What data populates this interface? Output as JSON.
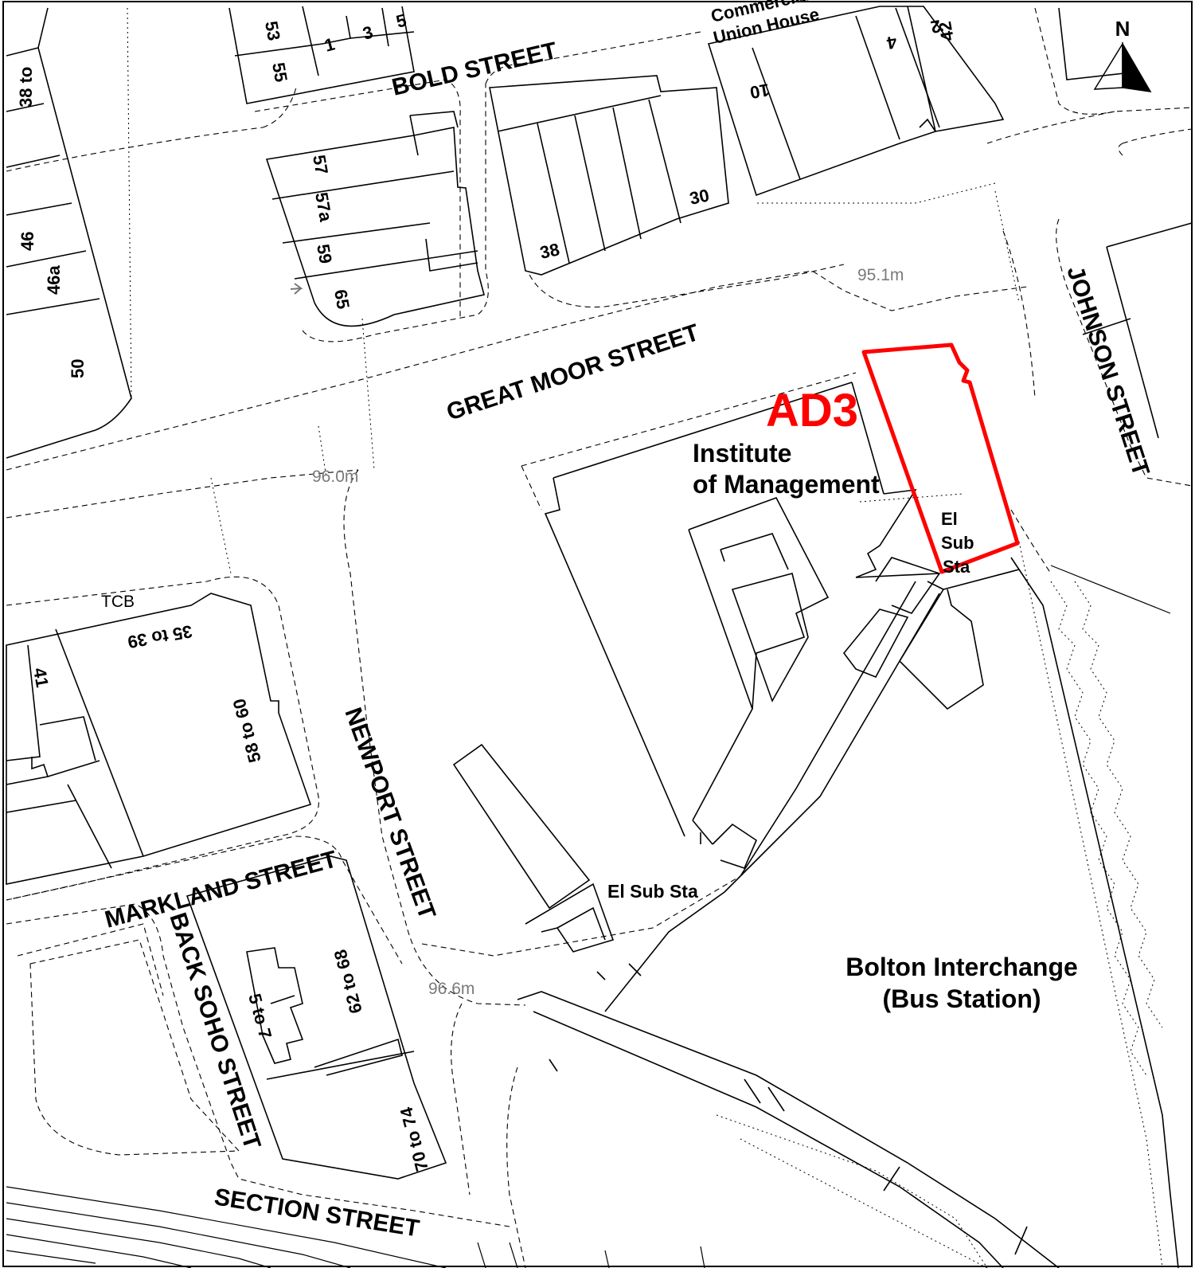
{
  "map": {
    "site_ref": "AD3",
    "site_color": "#ff0000",
    "north_label": "N",
    "streets": {
      "bold_street": "BOLD STREET",
      "great_moor_street": "GREAT MOOR STREET",
      "johnson_street": "JOHNSON STREET",
      "newport_street": "NEWPORT STREET",
      "markland_street": "MARKLAND STREET",
      "back_soho_street": "BACK SOHO STREET",
      "section_street": "SECTION STREET"
    },
    "buildings": {
      "institute_line1": "Institute",
      "institute_line2": "of Management",
      "bus_station_line1": "Bolton Interchange",
      "bus_station_line2": "(Bus Station)",
      "el_sub_sta": "El Sub Sta",
      "el_sub_sta_1": "El",
      "el_sub_sta_2": "Sub",
      "el_sub_sta_3": "Sta",
      "commercial_union_1": "Commercial",
      "commercial_union_2": "Union House",
      "tcb": "TCB"
    },
    "spot_heights": {
      "h1": "95.1m",
      "h2": "96.0m",
      "h3": "96.6m"
    },
    "numbers": {
      "n53": "53",
      "n55": "55",
      "n1": "1",
      "n3": "3",
      "n5": "5",
      "n57": "57",
      "n57a": "57a",
      "n59": "59",
      "n65": "65",
      "n38a": "38 to",
      "n46": "46",
      "n46a": "46a",
      "n50": "50",
      "n10": "10",
      "n4": "4",
      "n2": "2",
      "n42": "42",
      "n30": "30",
      "n38": "38",
      "n35to39": "35 to 39",
      "n41": "41",
      "n58to60": "58 to 60",
      "n62to68": "62 to 68",
      "n5to7": "5 to 7",
      "n70to74": "70 to 74"
    }
  }
}
